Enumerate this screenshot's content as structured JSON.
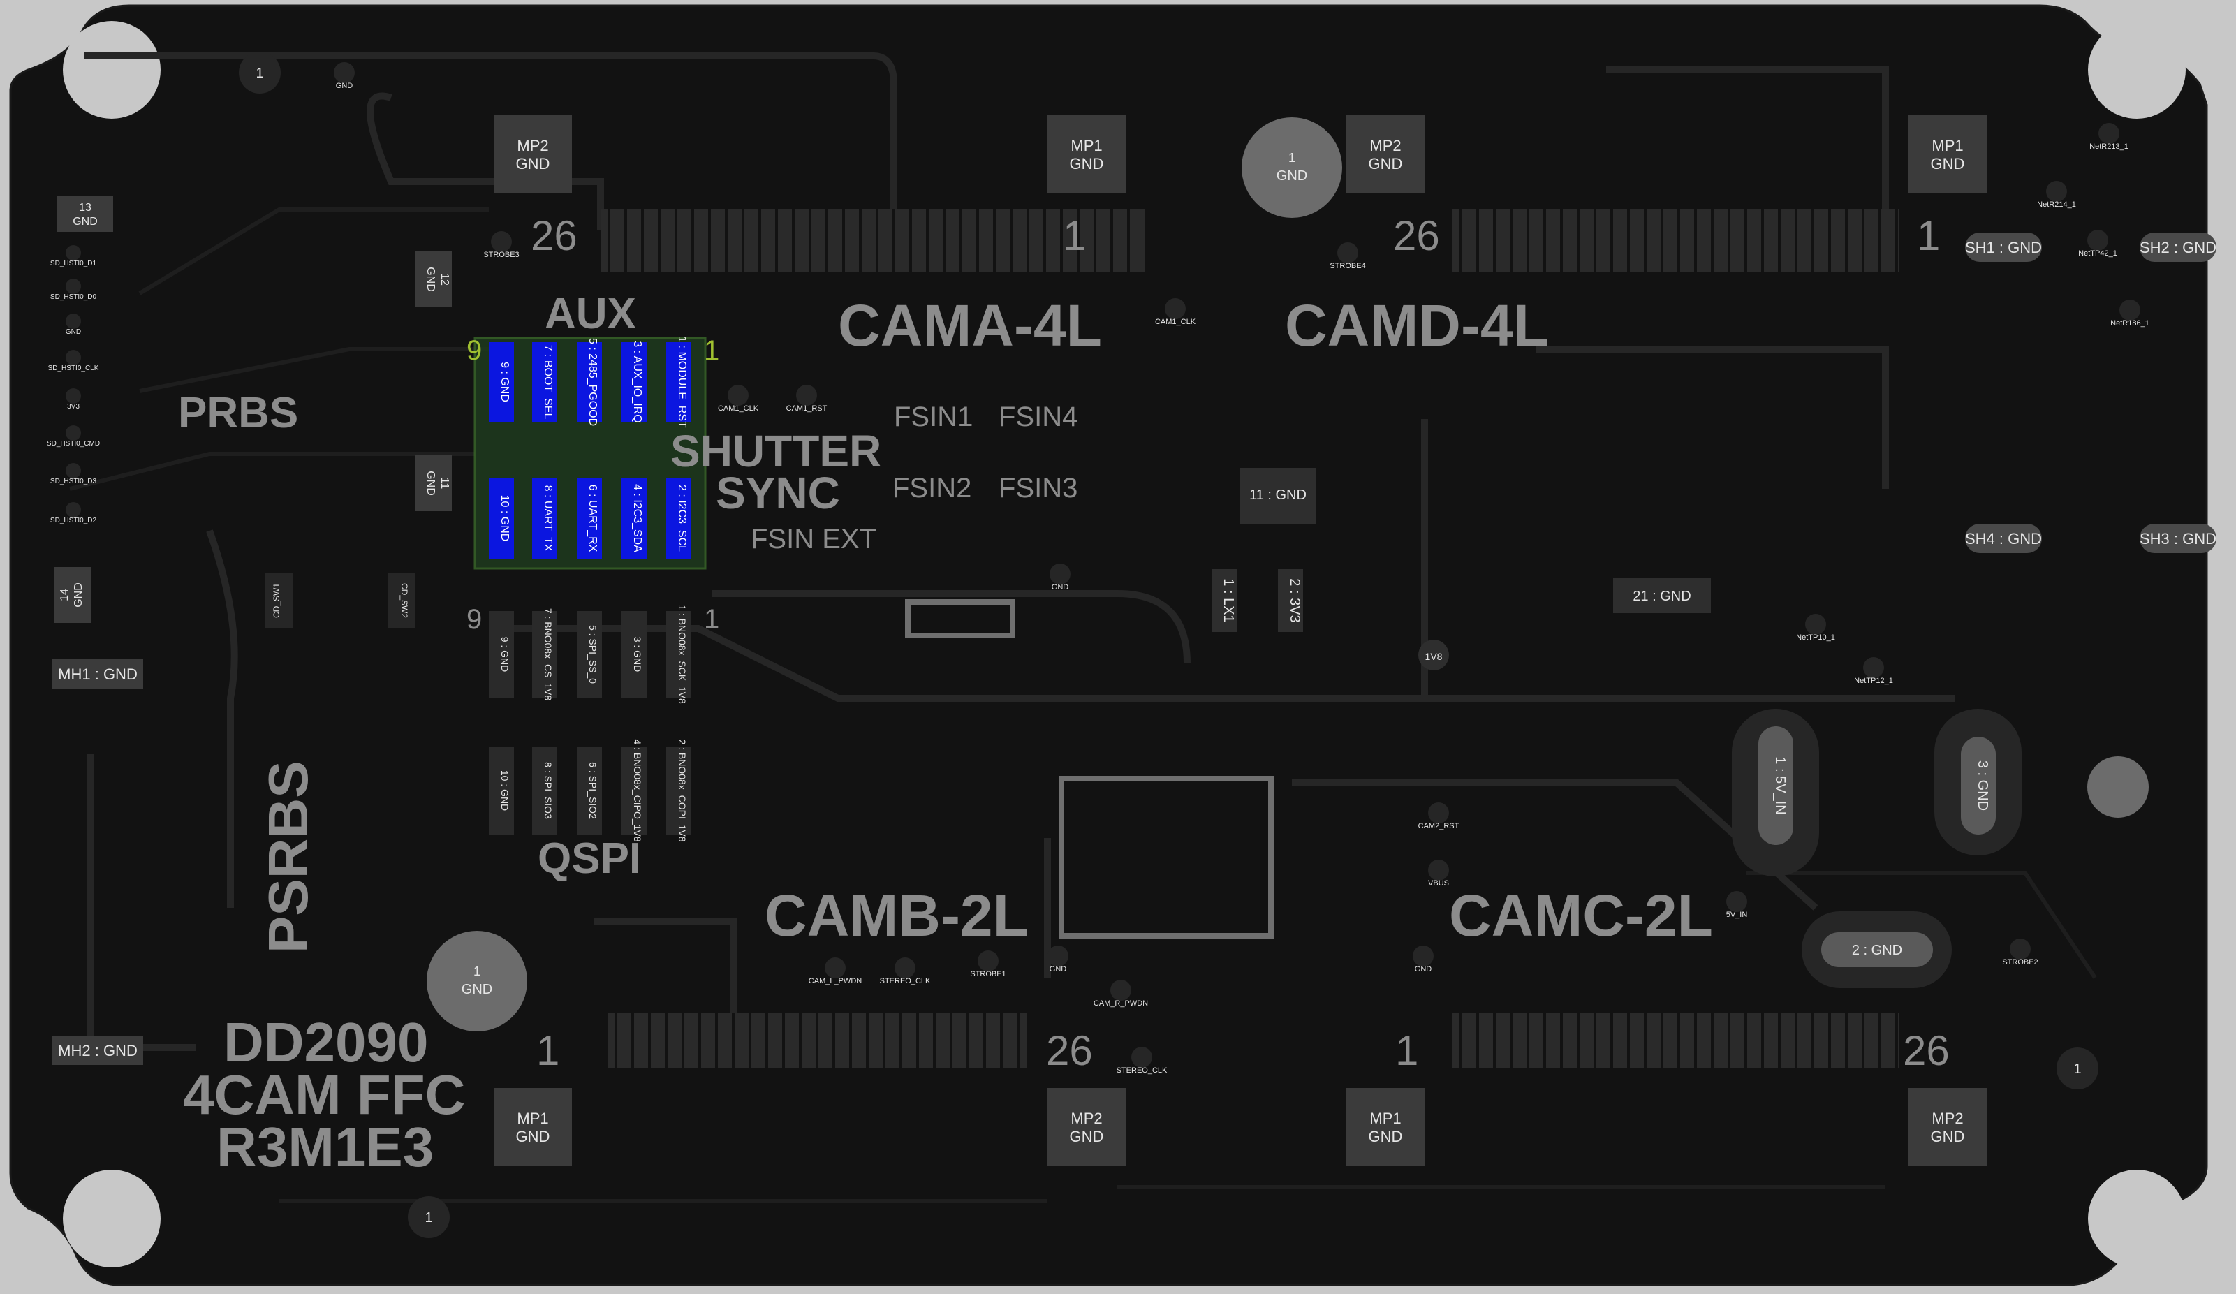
{
  "board": {
    "big_labels": {
      "cama": "CAMA-4L",
      "camd": "CAMD-4L",
      "camb": "CAMB-2L",
      "camc": "CAMC-2L",
      "aux": "AUX",
      "prbs": "PRBS",
      "psrbs": "PSRBS",
      "qspi": "QSPI",
      "shutter": "SHUTTER",
      "sync": "SYNC",
      "fsin_ext": "FSIN EXT",
      "fsin1": "FSIN1",
      "fsin2": "FSIN2",
      "fsin3": "FSIN3",
      "fsin4": "FSIN4",
      "title1": "DD2090",
      "title2": "4CAM FFC",
      "title3": "R3M1E3"
    },
    "pin_numbers": {
      "n1": "1",
      "n26": "26",
      "n9": "9"
    },
    "mounting": {
      "mp1": "MP1",
      "mp2": "MP2",
      "gnd": "GND",
      "mh1": "MH1 : GND",
      "mh2": "MH2 : GND",
      "sh1": "SH1 : GND",
      "sh2": "SH2 : GND",
      "sh3": "SH3 : GND",
      "sh4": "SH4 : GND",
      "one": "1"
    },
    "aux_pins": [
      "9 : GND",
      "7 : BOOT_SEL",
      "5 : 2485_PGOOD",
      "3 : AUX_IO_IRQ",
      "1 : MODULE_RST",
      "10 : GND",
      "8 : UART_TX",
      "6 : UART_RX",
      "4 : I2C3_SDA",
      "2 : I2C3_SCL"
    ],
    "qspi_pins": [
      "9 : GND",
      "7 : BNO08x_CS_1V8",
      "5 : SPI_SS_0",
      "3 : GND",
      "1 : BNO08x_SCK_1V8",
      "10 : GND",
      "8 : SPI_SIO3",
      "6 : SPI_SIO2",
      "4 : BNO08x_CIPO_1V8",
      "2 : BNO08x_COPI_1V8"
    ],
    "edge_pads": {
      "p13": "13",
      "p12": "12",
      "p11": "11",
      "p14": "14",
      "gnd": "GND",
      "sd_hsti_d1": "SD_HSTI0_D1",
      "sd_hsti_d0": "SD_HSTI0_D0",
      "sd_hsti_clk": "SD_HSTI0_CLK",
      "v3v3": "3V3",
      "sd_hsti_cmd": "SD_HSTI0_CMD",
      "sd_hsti_d3": "SD_HSTI0_D3",
      "sd_hsti_d2": "SD_HSTI0_D2",
      "cd_sw1": "CD_SW1",
      "cd_sw2": "CD_SW2"
    },
    "center_pads": {
      "p11_gnd": "11 : GND",
      "lx1": "1 : LX1",
      "v3v3": "2 : 3V3",
      "v21gnd": "21 : GND",
      "v5in": "1 : 5V_IN",
      "v3gnd": "3 : GND",
      "v2gnd": "2 : GND",
      "v1v8": "1V8"
    },
    "small_nets": {
      "strobe1": "STROBE1",
      "strobe2": "STROBE2",
      "strobe3": "STROBE3",
      "strobe4": "STROBE4",
      "cam1_clk": "CAM1_CLK",
      "cam1_rst": "CAM1_RST",
      "cam1_clk2": "CAM1_CLK",
      "cam2_rst": "CAM2_RST",
      "vbus": "VBUS",
      "v5in": "5V_IN",
      "nettp10": "NetTP10_1",
      "nettp12": "NetTP12_1",
      "nettp42": "NetTP42_1",
      "netr186": "NetR186_1",
      "netr213": "NetR213_1",
      "netr214": "NetR214_1",
      "stereo_clk": "STEREO_CLK",
      "cam_l_pwdn": "CAM_L_PWDN",
      "cam_r_pwdn": "CAM_R_PWDN",
      "gnd": "GND"
    }
  }
}
